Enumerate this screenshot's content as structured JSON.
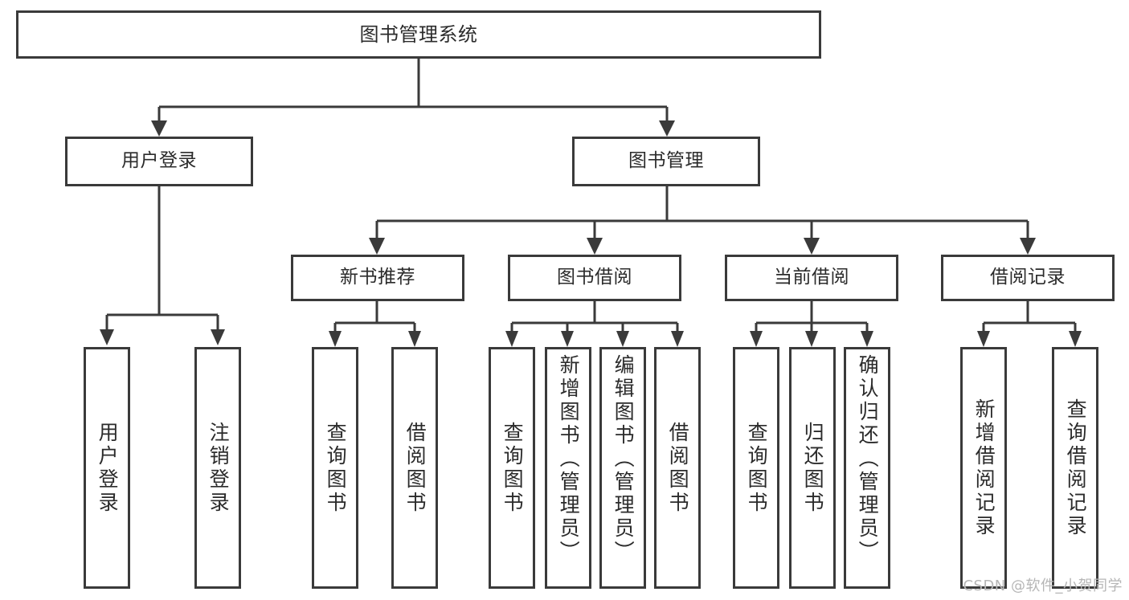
{
  "diagram": {
    "type": "tree",
    "title": "图书管理系统",
    "root": {
      "id": "root",
      "label": "图书管理系统"
    },
    "level2": [
      {
        "id": "user-login",
        "label": "用户登录"
      },
      {
        "id": "book-manage",
        "label": "图书管理"
      }
    ],
    "level3": [
      {
        "id": "new-book-recommend",
        "label": "新书推荐",
        "parent": "book-manage"
      },
      {
        "id": "book-borrow",
        "label": "图书借阅",
        "parent": "book-manage"
      },
      {
        "id": "current-borrow",
        "label": "当前借阅",
        "parent": "book-manage"
      },
      {
        "id": "borrow-record",
        "label": "借阅记录",
        "parent": "book-manage"
      }
    ],
    "leaves": {
      "user_login": [
        {
          "id": "leaf-user-login",
          "label": "用户登录"
        },
        {
          "id": "leaf-user-logout",
          "label": "注销登录"
        }
      ],
      "new_book_recommend": [
        {
          "id": "leaf-query-book-1",
          "label": "查询图书"
        },
        {
          "id": "leaf-borrow-book-1",
          "label": "借阅图书"
        }
      ],
      "book_borrow": [
        {
          "id": "leaf-query-book-2",
          "label": "查询图书"
        },
        {
          "id": "leaf-add-book",
          "label": "新增图书（管理员）"
        },
        {
          "id": "leaf-edit-book",
          "label": "编辑图书（管理员）"
        },
        {
          "id": "leaf-borrow-book-2",
          "label": "借阅图书"
        }
      ],
      "current_borrow": [
        {
          "id": "leaf-query-book-3",
          "label": "查询图书"
        },
        {
          "id": "leaf-return-book",
          "label": "归还图书"
        },
        {
          "id": "leaf-confirm-return",
          "label": "确认归还（管理员）"
        }
      ],
      "borrow_record": [
        {
          "id": "leaf-add-record",
          "label": "新增借阅记录"
        },
        {
          "id": "leaf-query-record",
          "label": "查询借阅记录"
        }
      ]
    }
  },
  "watermark": {
    "text": "CSDN @软件_小贺同学"
  },
  "colors": {
    "stroke": "#3a3a3a",
    "background": "#ffffff",
    "text": "#2b2b2b",
    "watermark": "#b6b6b6"
  }
}
